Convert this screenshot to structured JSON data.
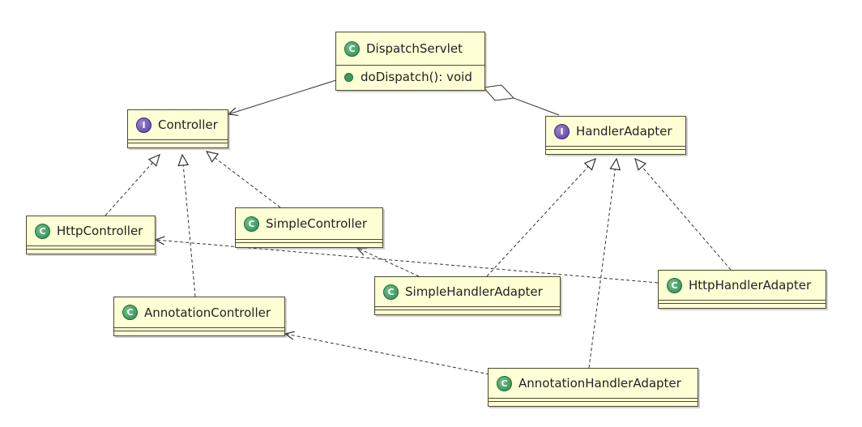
{
  "diagram": {
    "classes": {
      "dispatch_servlet": {
        "name": "DispatchServlet",
        "kind": "class",
        "method": "doDispatch(): void"
      },
      "controller": {
        "name": "Controller",
        "kind": "interface"
      },
      "handler_adapter": {
        "name": "HandlerAdapter",
        "kind": "interface"
      },
      "http_controller": {
        "name": "HttpController",
        "kind": "class"
      },
      "simple_controller": {
        "name": "SimpleController",
        "kind": "class"
      },
      "annotation_controller": {
        "name": "AnnotationController",
        "kind": "class"
      },
      "simple_handler_adapter": {
        "name": "SimpleHandlerAdapter",
        "kind": "class"
      },
      "http_handler_adapter": {
        "name": "HttpHandlerAdapter",
        "kind": "class"
      },
      "annotation_handler_adapter": {
        "name": "AnnotationHandlerAdapter",
        "kind": "class"
      }
    },
    "badges": {
      "class": "C",
      "interface": "I"
    },
    "colors": {
      "box_fill": "#ffffd6",
      "box_border": "#4a4a30",
      "class_badge": "#3f9a5e",
      "interface_badge": "#6a4fb0",
      "line": "#333333"
    }
  }
}
